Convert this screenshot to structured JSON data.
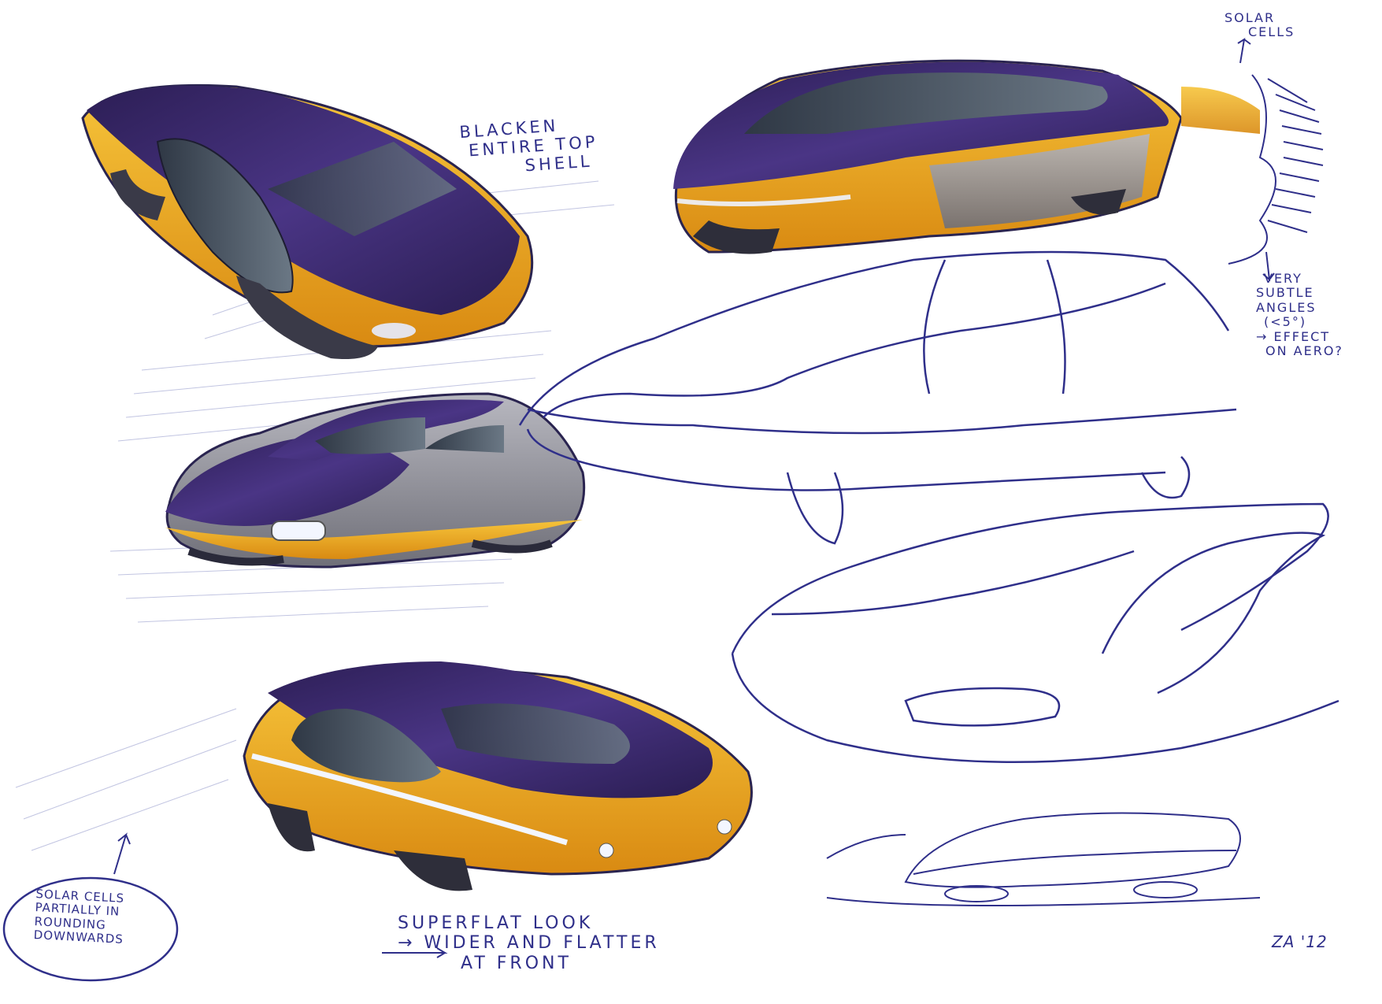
{
  "sheet": {
    "colors": {
      "paper": "#ffffff",
      "ink": "#2f2f8a",
      "roof_purple": "#3d2a6e",
      "body_yellow": "#f0b322",
      "glass_gray": "#4a5560",
      "body_gray": "#8c8c94"
    },
    "annotations": {
      "blacken_top_shell": [
        "BLACKEN",
        "ENTIRE TOP",
        "SHELL"
      ],
      "solar_cells_top": [
        "SOLAR",
        "CELLS"
      ],
      "subtle_angles": [
        "VERY",
        "SUBTLE",
        "ANGLES",
        "(<5°)",
        "→ EFFECT",
        "ON AERO?"
      ],
      "superflat": [
        "SUPERFLAT LOOK",
        "→ WIDER AND FLATTER",
        "AT FRONT"
      ],
      "solar_rounding": [
        "SOLAR CELLS",
        "PARTIALLY IN",
        "ROUNDING",
        "DOWNWARDS"
      ],
      "signature": "ZA '12"
    },
    "sketches": [
      "solar-car-rendering-top-left",
      "solar-car-rendering-top-right",
      "solar-car-rendering-middle-left",
      "solar-car-rendering-bottom",
      "line-sketch-large",
      "line-sketch-mid-right",
      "line-sketch-small-side"
    ]
  }
}
